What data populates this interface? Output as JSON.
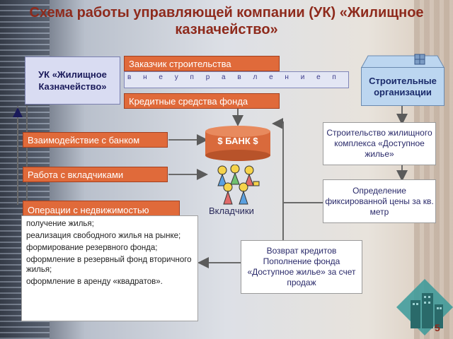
{
  "title": "Схема работы управляющей компании (УК) «Жилищное казначейство»",
  "uk_box": "УК «Жилищное Казначейство»",
  "builders_box": "Строительные организации",
  "customer_label": "Заказчик строительства",
  "credit_label": "Кредитные средства фонда",
  "vertical_text": "в н е у п р а в л е н и е п р о",
  "bank_label": "$ БАНК $",
  "bank_interaction": "Взаимодействие с банком",
  "depositors_work": "Работа с вкладчиками",
  "real_estate_ops": "Операции с недвижимостью",
  "depositors_caption": "Вкладчики",
  "construction_box": "Строительство жилищного комплекса «Доступное жилье»",
  "price_box": "Определение фиксированной цены за кв. метр",
  "return_box": "Возврат кредитов Пополнение фонда «Доступное жилье» за счет продаж",
  "operations": [
    "получение жилья;",
    "реализация свободного жилья на рынке;",
    "формирование резервного фонда;",
    "оформление в резервный фонд вторичного жилья;",
    "оформление в аренду «квадратов»."
  ],
  "page_number": "5",
  "colors": {
    "title": "#8e2a1c",
    "orange": "#e06a3a",
    "box_blue": "#d9dcf2",
    "arrow": "#5b5b5b"
  }
}
